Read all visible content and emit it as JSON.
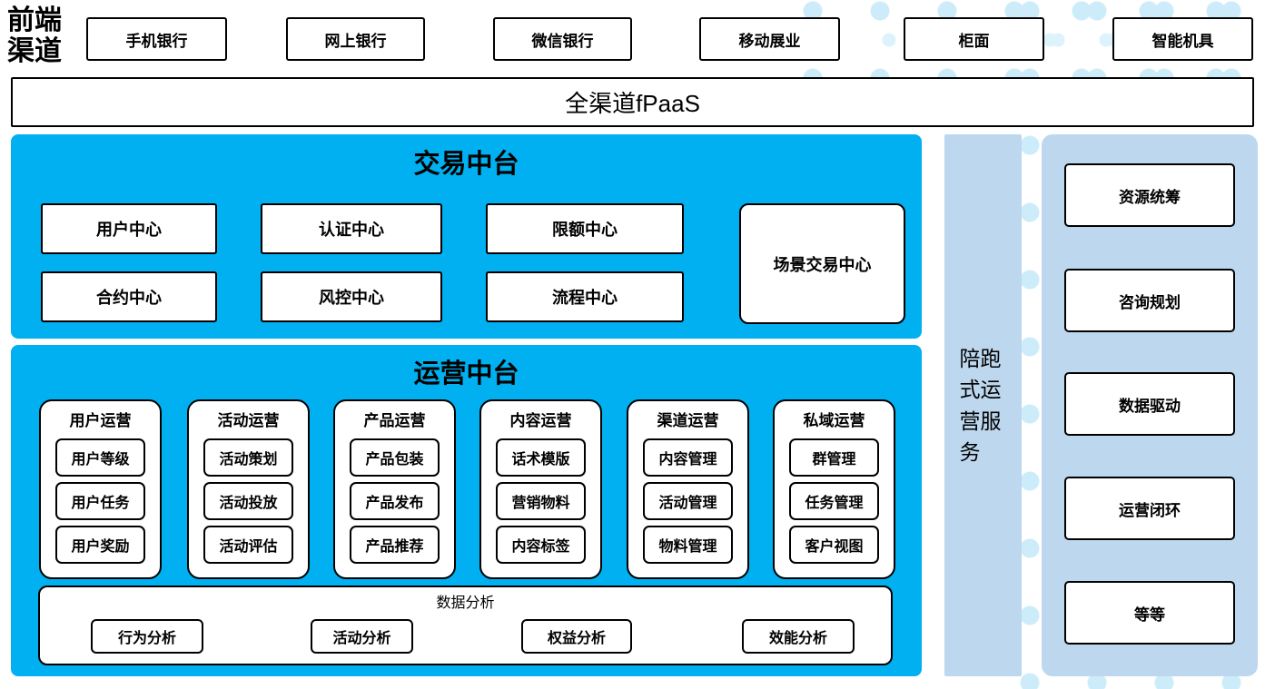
{
  "colors": {
    "platform_blue": "#00B0F0",
    "side_light_blue": "#BDD7EE",
    "dot_blue": "#CDECFA",
    "box_border": "#000000",
    "box_bg": "#FFFFFF"
  },
  "front_channels": {
    "label": "前端渠道",
    "items": [
      "手机银行",
      "网上银行",
      "微信银行",
      "移动展业",
      "柜面",
      "智能机具"
    ]
  },
  "fpaas": {
    "label": "全渠道fPaaS"
  },
  "transaction_platform": {
    "title": "交易中台",
    "centers": [
      "用户中心",
      "认证中心",
      "限额中心",
      "合约中心",
      "风控中心",
      "流程中心"
    ],
    "tall_center": "场景交易中心"
  },
  "operation_platform": {
    "title": "运营中台",
    "groups": [
      {
        "title": "用户运营",
        "items": [
          "用户等级",
          "用户任务",
          "用户奖励"
        ]
      },
      {
        "title": "活动运营",
        "items": [
          "活动策划",
          "活动投放",
          "活动评估"
        ]
      },
      {
        "title": "产品运营",
        "items": [
          "产品包装",
          "产品发布",
          "产品推荐"
        ]
      },
      {
        "title": "内容运营",
        "items": [
          "话术模版",
          "营销物料",
          "内容标签"
        ]
      },
      {
        "title": "渠道运营",
        "items": [
          "内容管理",
          "活动管理",
          "物料管理"
        ]
      },
      {
        "title": "私域运营",
        "items": [
          "群管理",
          "任务管理",
          "客户视图"
        ]
      }
    ],
    "analysis": {
      "title": "数据分析",
      "items": [
        "行为分析",
        "活动分析",
        "权益分析",
        "效能分析"
      ]
    }
  },
  "side_band": {
    "label": "陪跑式运营服务"
  },
  "right_panel": {
    "items": [
      {
        "label": "资源统筹",
        "style": "bold"
      },
      {
        "label": "咨询规划",
        "style": "normal"
      },
      {
        "label": "数据驱动",
        "style": "normal"
      },
      {
        "label": "运营闭环",
        "style": "bold"
      },
      {
        "label": "等等",
        "style": "normal"
      }
    ]
  }
}
